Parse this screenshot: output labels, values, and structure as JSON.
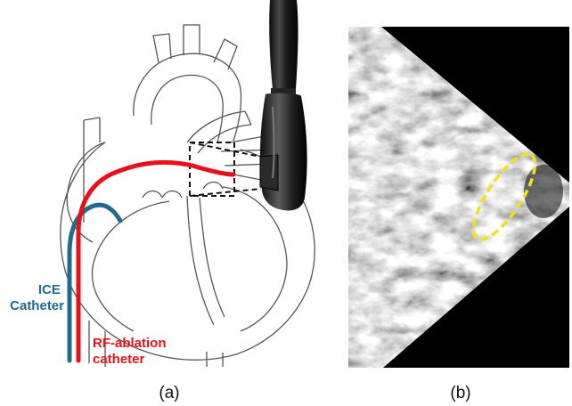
{
  "panel_a": {
    "caption": "(a)",
    "ice_label_line1": "ICE",
    "ice_label_line2": "Catheter",
    "rf_label_line1": "RF-ablation",
    "rf_label_line2": "catheter",
    "ice_color": "#1f6b8e",
    "rf_color": "#e8111a"
  },
  "panel_b": {
    "caption": "(b)",
    "highlight_color": "#f2e21b"
  }
}
